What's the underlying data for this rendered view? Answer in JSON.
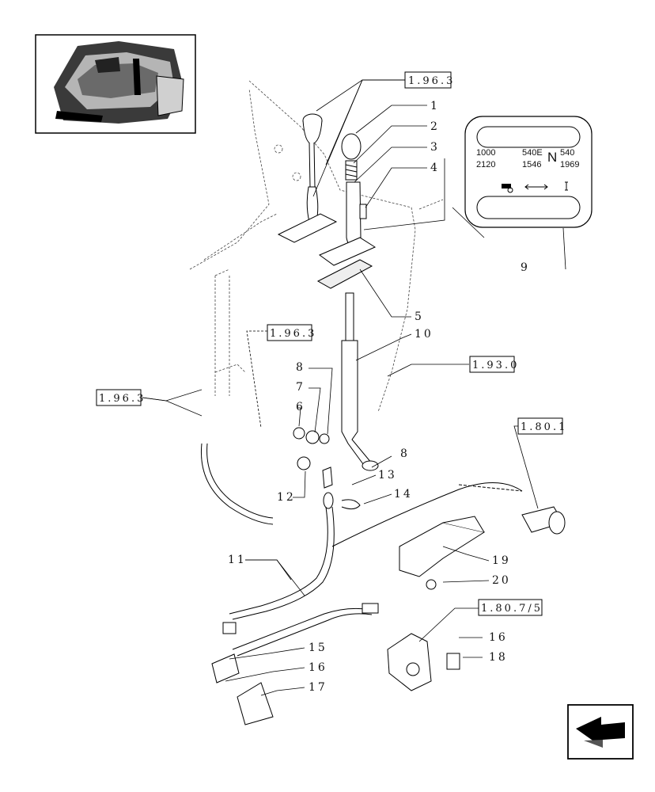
{
  "callouts": {
    "c1": "1",
    "c2": "2",
    "c3": "3",
    "c4": "4",
    "c5": "5",
    "c6": "6",
    "c7": "7",
    "c8a": "8",
    "c8b": "8",
    "c9": "9",
    "c10": "10",
    "c11": "11",
    "c12": "12",
    "c13": "13",
    "c14": "14",
    "c15": "15",
    "c16a": "16",
    "c16b": "16",
    "c17": "17",
    "c18": "18",
    "c19": "19",
    "c20": "20"
  },
  "refs": {
    "r1": "1.96.3",
    "r2": "1.96.3",
    "r3": "1.96.3",
    "r4": "1.93.0",
    "r5": "1.80.1",
    "r6": "1.80.7/5"
  },
  "selector_plate": {
    "left_top": "1000",
    "center_top": "540E",
    "right_top": "540",
    "left_bottom": "2120",
    "center_bottom": "1546",
    "right_bottom": "1969",
    "neutral": "N"
  },
  "icons": {
    "thumbnail": "tractor-cab-thumbnail-icon",
    "nav": "previous-page-arrow-icon"
  }
}
